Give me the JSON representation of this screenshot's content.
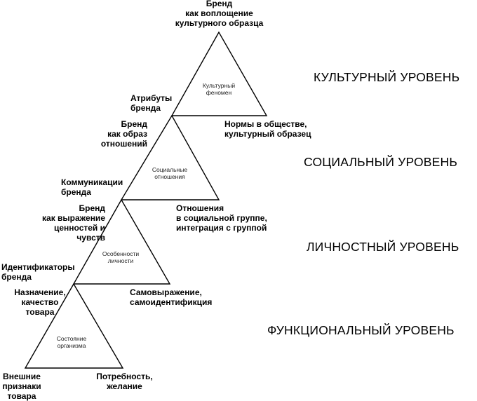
{
  "levels": {
    "cultural": "КУЛЬТУРНЫЙ УРОВЕНЬ",
    "social": "СОЦИАЛЬНЫЙ УРОВЕНЬ",
    "personal": "ЛИЧНОСТНЫЙ УРОВЕНЬ",
    "functional": "ФУНКЦИОНАЛЬНЫЙ УРОВЕНЬ"
  },
  "cultural": {
    "top": "Бренд\nкак воплощение\nкультурного образца",
    "inner": "Культурный\nфеномен",
    "left": "Атрибуты\nбренда",
    "right": "Нормы в обществе,\nкультурный образец"
  },
  "social": {
    "top": "Бренд\nкак образ\nотношений",
    "inner": "Социальные\nотношения",
    "left": "Коммуникации\nбренда",
    "right": "Отношения\nв социальной группе,\nинтеграция с группой"
  },
  "personal": {
    "top": "Бренд\nкак выражение\nценностей и\nчувств",
    "inner": "Особенности\nличности",
    "left": "Идентификаторы\nбренда",
    "right": "Самовыражение,\nсамоидентификция"
  },
  "functional": {
    "top": "Назначение,\nкачество\nтовара",
    "inner": "Состояние\nорганизма",
    "left": "Внешние\nпризнаки\nтовара",
    "right": "Потребность,\nжелание"
  }
}
